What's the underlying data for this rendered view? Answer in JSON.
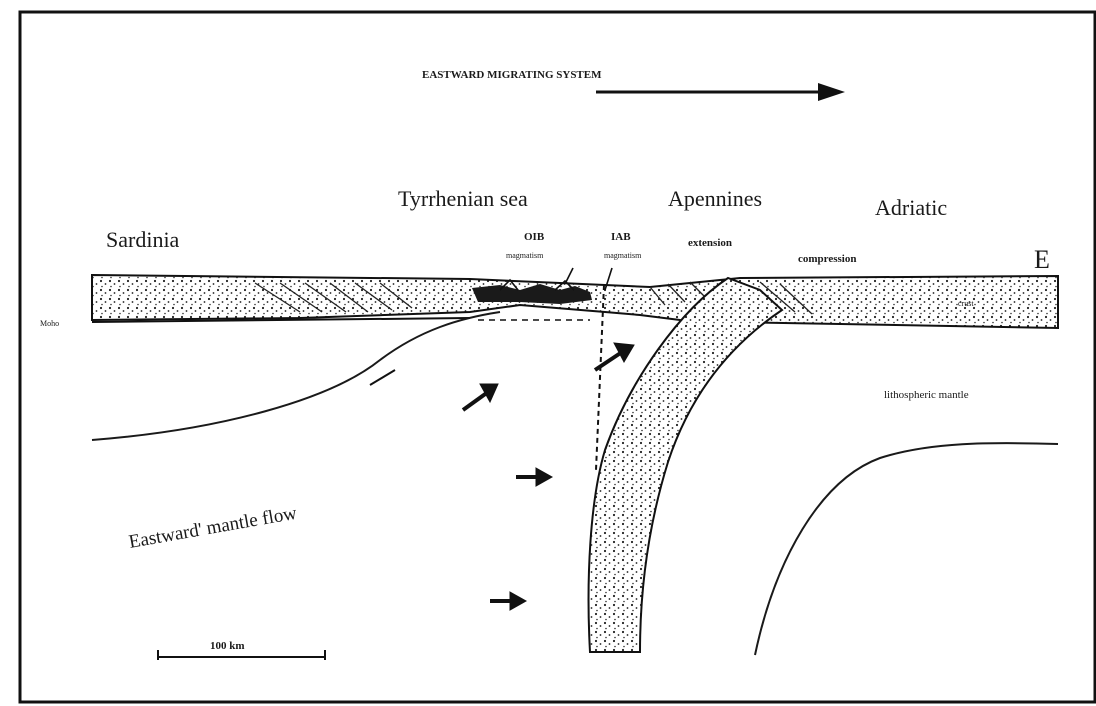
{
  "header": {
    "system_label": "EASTWARD MIGRATING SYSTEM"
  },
  "regions": {
    "sardinia": "Sardinia",
    "tyrrhenian": "Tyrrhenian sea",
    "apennines": "Apennines",
    "adriatic": "Adriatic",
    "east_marker": "E"
  },
  "annotations": {
    "oib": "OIB",
    "oib_sub": "magmatism",
    "iab": "IAB",
    "iab_sub": "magmatism",
    "extension": "extension",
    "compression": "compression",
    "moho": "Moho",
    "crust_label": "crust",
    "lithospheric_mantle": "lithospheric mantle",
    "mantle_flow": "Eastward' mantle flow"
  },
  "scale": {
    "label": "100 km"
  }
}
